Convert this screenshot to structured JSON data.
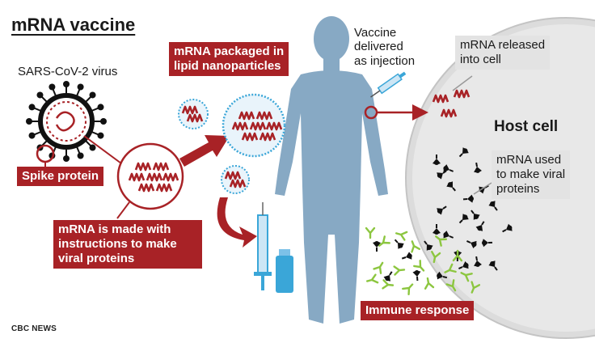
{
  "title": "mRNA vaccine",
  "labels": {
    "virus": "SARS-CoV-2 virus",
    "spike": "Spike protein",
    "mrna_made": [
      "mRNA is made with",
      "instructions to make",
      "viral proteins"
    ],
    "packaged": [
      "mRNA packaged in",
      "lipid nanoparticles"
    ],
    "delivered": [
      "Vaccine",
      "delivered",
      "as injection"
    ],
    "released": [
      "mRNA released",
      "into cell"
    ],
    "host_cell": "Host cell",
    "used": [
      "mRNA used",
      "to make viral",
      "proteins"
    ],
    "immune": "Immune response"
  },
  "source": "CBC NEWS",
  "colors": {
    "brand_red": "#a82226",
    "body_blue": "#87a9c4",
    "cell_grey": "#d8d8d8",
    "nanoparticle_blue": "#3aa6d8",
    "antibody_green": "#8cc63f",
    "label_grey": "#e3e3e3"
  },
  "icons": [
    "virus-icon",
    "mrna-strand-icon",
    "lipid-nanoparticle-icon",
    "syringe-icon",
    "vial-icon",
    "human-body-icon",
    "host-cell-icon",
    "viral-protein-icon",
    "antibody-icon",
    "arrow-icon"
  ]
}
